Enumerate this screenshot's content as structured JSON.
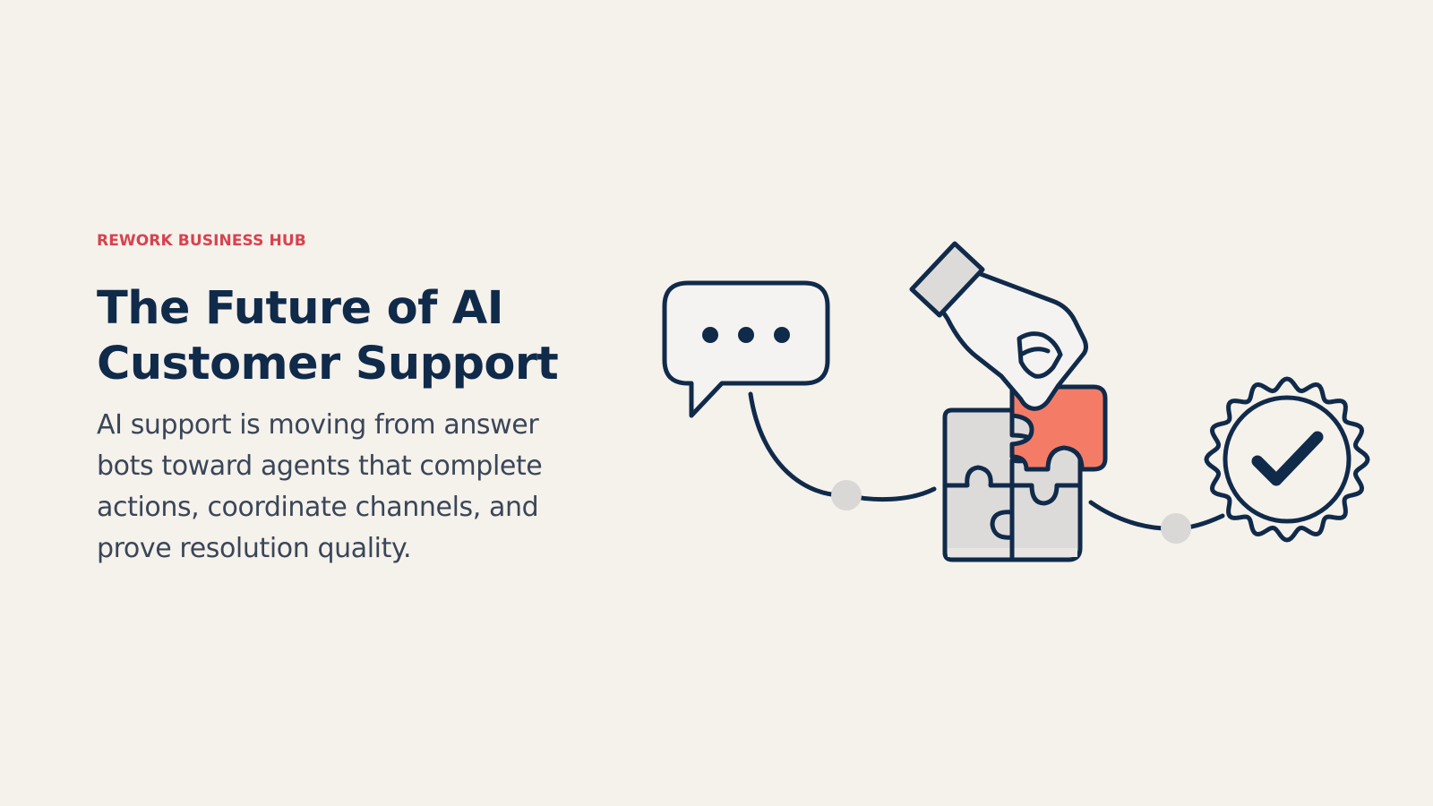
{
  "brand": {
    "eyebrow": "REWORK BUSINESS HUB",
    "eyebrow_color": "#d8424e"
  },
  "hero": {
    "headline_line1": "The Future of AI",
    "headline_line2": "Customer Support",
    "description": "AI support is moving from answer bots toward agents that complete actions, coordinate channels, and prove resolution quality."
  },
  "illustration": {
    "icons": [
      "chat-bubble-icon",
      "hand-icon",
      "puzzle-icon",
      "verified-badge-icon"
    ],
    "colors": {
      "ink": "#102a4a",
      "accent": "#f47c67",
      "piece_fill": "#dddbd9",
      "bubble_fill": "#f4f3f1",
      "connector_dot": "#d9d8d6",
      "background": "#f5f1eb"
    }
  }
}
